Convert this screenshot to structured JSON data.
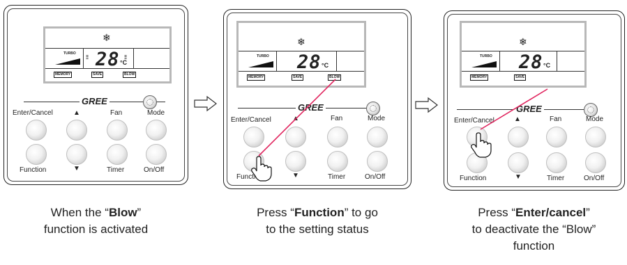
{
  "brand": "GREE",
  "lcd": {
    "temperature": "28",
    "unit": "°C",
    "turbo": "TURBO",
    "memory": "MEMORY",
    "save": "SAVE",
    "blow": "BLOW"
  },
  "buttons": {
    "enter_cancel": "Enter/Cancel",
    "up": "▲",
    "fan": "Fan",
    "mode": "Mode",
    "function": "Function",
    "down": "▼",
    "timer": "Timer",
    "on_off": "On/Off"
  },
  "captions": {
    "step1": {
      "pre": "When the “",
      "bold": "Blow",
      "post": "”",
      "line2": "function is activated"
    },
    "step2": {
      "pre": "Press “",
      "bold": "Function",
      "post": "” to go",
      "line2": "to the setting status"
    },
    "step3": {
      "pre": "Press “",
      "bold": "Enter/cancel",
      "post": "”",
      "line2": "to deactivate the “Blow”",
      "line3": "function"
    }
  },
  "colors": {
    "highlight_line": "#e0245e",
    "lcd_border": "#b8b8b8"
  },
  "icons": {
    "snowflake": "snowflake-icon",
    "hand": "pointing-hand-icon",
    "arrow": "right-arrow-icon"
  }
}
